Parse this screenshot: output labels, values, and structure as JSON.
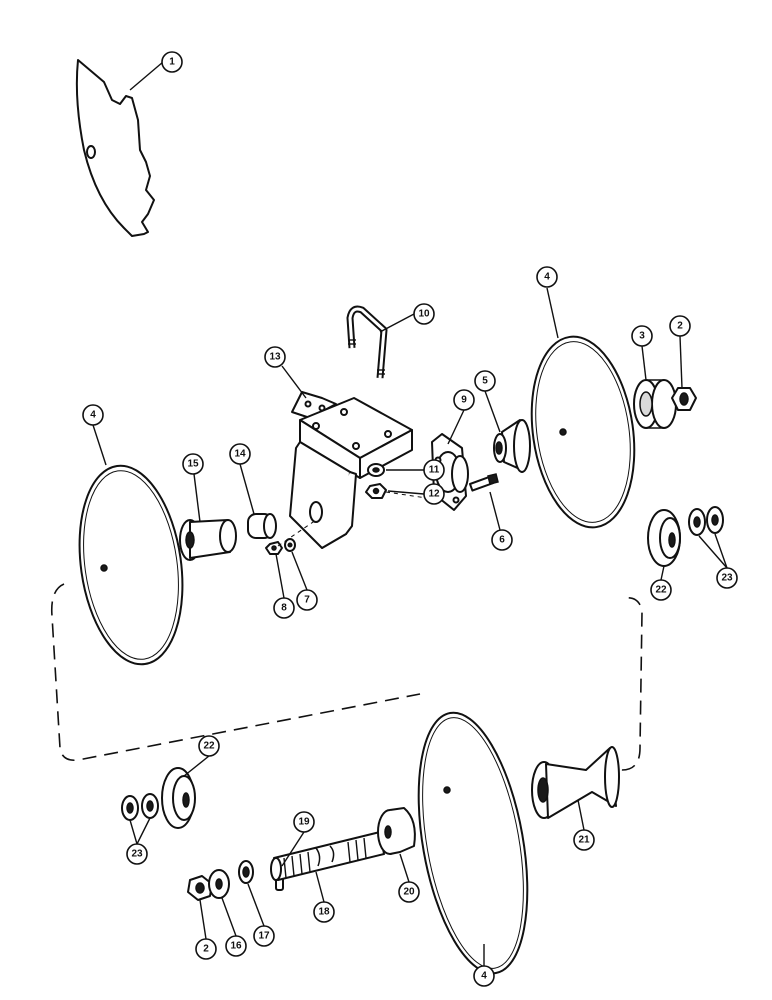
{
  "callouts": [
    {
      "id": "c1",
      "label": "1"
    },
    {
      "id": "c10",
      "label": "10"
    },
    {
      "id": "c13",
      "label": "13"
    },
    {
      "id": "c4a",
      "label": "4"
    },
    {
      "id": "c3",
      "label": "3"
    },
    {
      "id": "c2a",
      "label": "2"
    },
    {
      "id": "c9",
      "label": "9"
    },
    {
      "id": "c5",
      "label": "5"
    },
    {
      "id": "c4b",
      "label": "4"
    },
    {
      "id": "c15",
      "label": "15"
    },
    {
      "id": "c14",
      "label": "14"
    },
    {
      "id": "c11",
      "label": "11"
    },
    {
      "id": "c12",
      "label": "12"
    },
    {
      "id": "c6",
      "label": "6"
    },
    {
      "id": "c8",
      "label": "8"
    },
    {
      "id": "c7",
      "label": "7"
    },
    {
      "id": "c22a",
      "label": "22"
    },
    {
      "id": "c23a",
      "label": "23"
    },
    {
      "id": "c22b",
      "label": "22"
    },
    {
      "id": "c23b",
      "label": "23"
    },
    {
      "id": "c19",
      "label": "19"
    },
    {
      "id": "c21",
      "label": "21"
    },
    {
      "id": "c20",
      "label": "20"
    },
    {
      "id": "c18",
      "label": "18"
    },
    {
      "id": "c2b",
      "label": "2"
    },
    {
      "id": "c16",
      "label": "16"
    },
    {
      "id": "c17",
      "label": "17"
    },
    {
      "id": "c4c",
      "label": "4"
    }
  ]
}
